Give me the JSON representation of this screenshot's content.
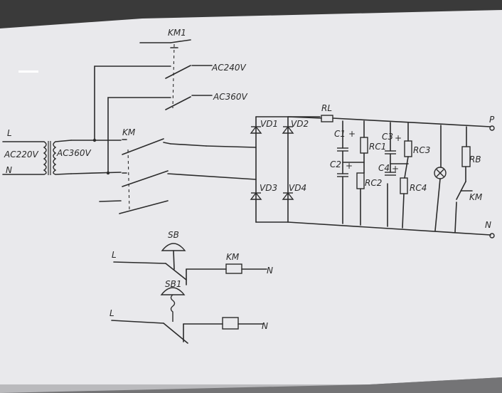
{
  "labels": {
    "km1": "KM1",
    "ac240v": "AC240V",
    "ac360v_top": "AC360V",
    "km_main": "KM",
    "l_in": "L",
    "n_in": "N",
    "ac220v": "AC220V",
    "ac360v_tx": "AC360V",
    "vd1": "VD1",
    "vd2": "VD2",
    "vd3": "VD3",
    "vd4": "VD4",
    "rl": "RL",
    "c1": "C1",
    "c2": "C2",
    "c3": "C3",
    "c4": "C4",
    "rc1": "RC1",
    "rc2": "RC2",
    "rc3": "RC3",
    "rc4": "RC4",
    "rb": "RB",
    "km_contact": "KM",
    "p_out": "P",
    "n_out": "N",
    "sb": "SB",
    "sb1": "SB1",
    "km_coil": "KM",
    "l_ctrl1": "L",
    "l_ctrl2": "L",
    "n_ctrl1": "N",
    "n_ctrl2": "N",
    "plus1": "+",
    "plus2": "+",
    "plus3": "+",
    "plus4": "+"
  }
}
